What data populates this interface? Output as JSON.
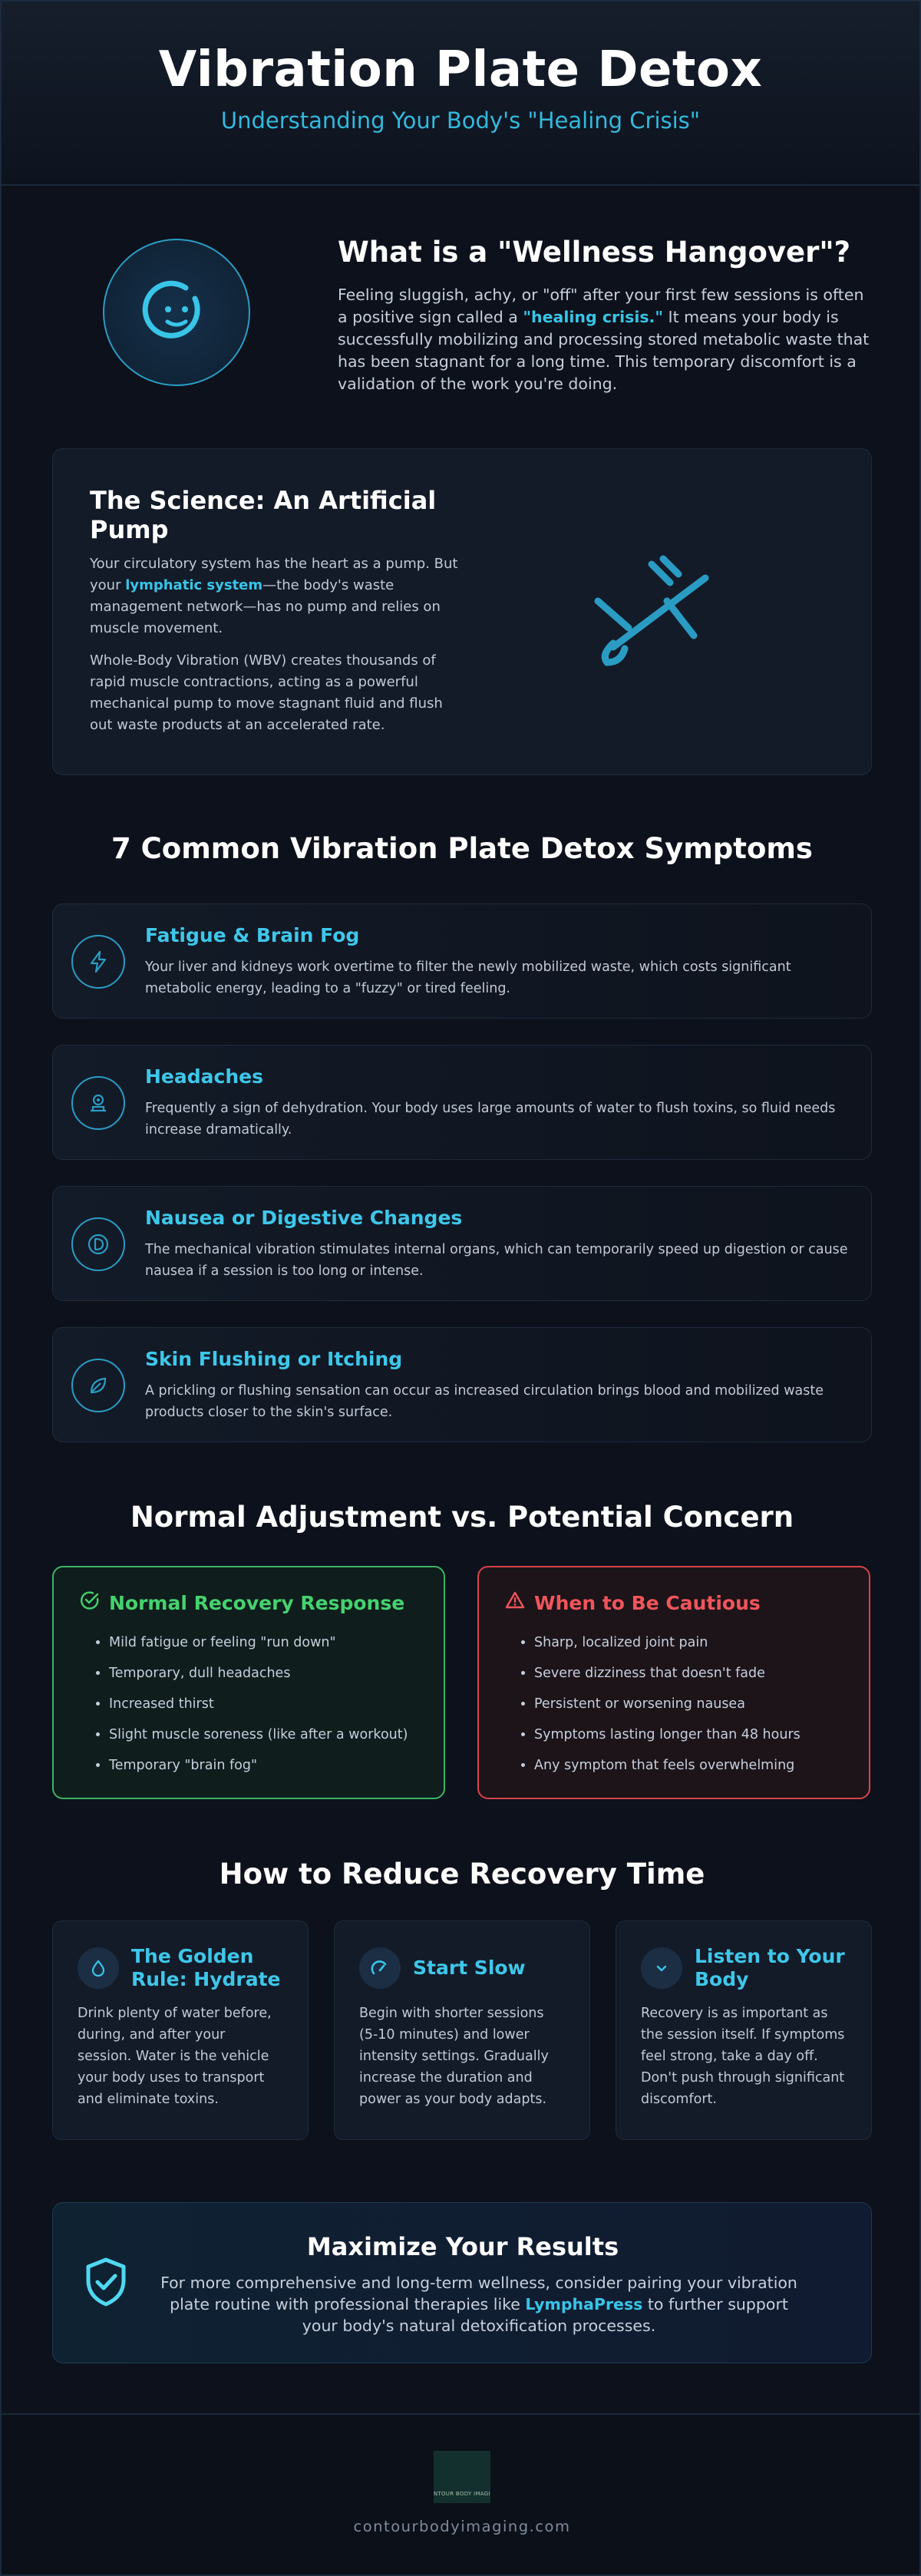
{
  "header": {
    "title": "Vibration Plate Detox",
    "subtitle": "Understanding Your Body's \"Healing Crisis\""
  },
  "hangover": {
    "icon": "smiley-icon",
    "title": "What is a \"Wellness Hangover\"?",
    "text_before": "Feeling sluggish, achy, or \"off\" after your first few sessions is often a positive sign called a ",
    "highlight": "\"healing crisis.\"",
    "text_after": " It means your body is successfully mobilizing and processing stored metabolic waste that has been stagnant for a long time. This temporary discomfort is a validation of the work you're doing."
  },
  "science": {
    "title": "The Science: An Artificial Pump",
    "p1_before": "Your circulatory system has the heart as a pump. But your ",
    "p1_highlight": "lymphatic system",
    "p1_after": "—the body's waste management network—has no pump and relies on muscle movement.",
    "p2": "Whole-Body Vibration (WBV) creates thousands of rapid muscle contractions, acting as a powerful mechanical pump to move stagnant fluid and flush out waste products at an accelerated rate.",
    "icon": "pump-syringe-icon"
  },
  "symptoms": {
    "title": "7 Common Vibration Plate Detox Symptoms",
    "items": [
      {
        "icon": "lightning-icon",
        "title": "Fatigue & Brain Fog",
        "text": "Your liver and kidneys work overtime to filter the newly mobilized waste, which costs significant metabolic energy, leading to a \"fuzzy\" or tired feeling."
      },
      {
        "icon": "head-pain-icon",
        "title": "Headaches",
        "text": "Frequently a sign of dehydration. Your body uses large amounts of water to flush toxins, so fluid needs increase dramatically."
      },
      {
        "icon": "stomach-icon",
        "title": "Nausea or Digestive Changes",
        "text": "The mechanical vibration stimulates internal organs, which can temporarily speed up digestion or cause nausea if a session is too long or intense."
      },
      {
        "icon": "leaf-skin-icon",
        "title": "Skin Flushing or Itching",
        "text": "A prickling or flushing sensation can occur as increased circulation brings blood and mobilized waste products closer to the skin's surface."
      }
    ]
  },
  "compare": {
    "title": "Normal Adjustment vs. Potential Concern",
    "normal": {
      "icon": "check-circle-icon",
      "title": "Normal Recovery Response",
      "items": [
        "Mild fatigue or feeling \"run down\"",
        "Temporary, dull headaches",
        "Increased thirst",
        "Slight muscle soreness (like after a workout)",
        "Temporary \"brain fog\""
      ],
      "color": "#45d26e"
    },
    "caution": {
      "icon": "warning-triangle-icon",
      "title": "When to Be Cautious",
      "items": [
        "Sharp, localized joint pain",
        "Severe dizziness that doesn't fade",
        "Persistent or worsening nausea",
        "Symptoms lasting longer than 48 hours",
        "Any symptom that feels overwhelming"
      ],
      "color": "#f0555b"
    }
  },
  "recovery": {
    "title": "How to Reduce Recovery Time",
    "tips": [
      {
        "icon": "water-drop-icon",
        "title": "The Golden Rule: Hydrate",
        "text": "Drink plenty of water before, during, and after your session. Water is the vehicle your body uses to transport and eliminate toxins."
      },
      {
        "icon": "gauge-icon",
        "title": "Start Slow",
        "text": "Begin with shorter sessions (5-10 minutes) and lower intensity settings. Gradually increase the duration and power as your body adapts."
      },
      {
        "icon": "heart-check-icon",
        "title": "Listen to Your Body",
        "text": "Recovery is as important as the session itself. If symptoms feel strong, take a day off. Don't push through significant discomfort."
      }
    ]
  },
  "maximize": {
    "icon": "shield-check-icon",
    "title": "Maximize Your Results",
    "text_before": "For more comprehensive and long-term wellness, consider pairing your vibration plate routine with professional therapies like ",
    "highlight": "LymphaPress",
    "text_after": " to further support your body's natural detoxification processes."
  },
  "footer": {
    "logo_text": "CONTOUR BODY IMAGING",
    "site": "contourbodyimaging.com"
  },
  "colors": {
    "accent": "#38c5e8",
    "background": "#0c111b",
    "success": "#45d26e",
    "danger": "#f0555b"
  }
}
